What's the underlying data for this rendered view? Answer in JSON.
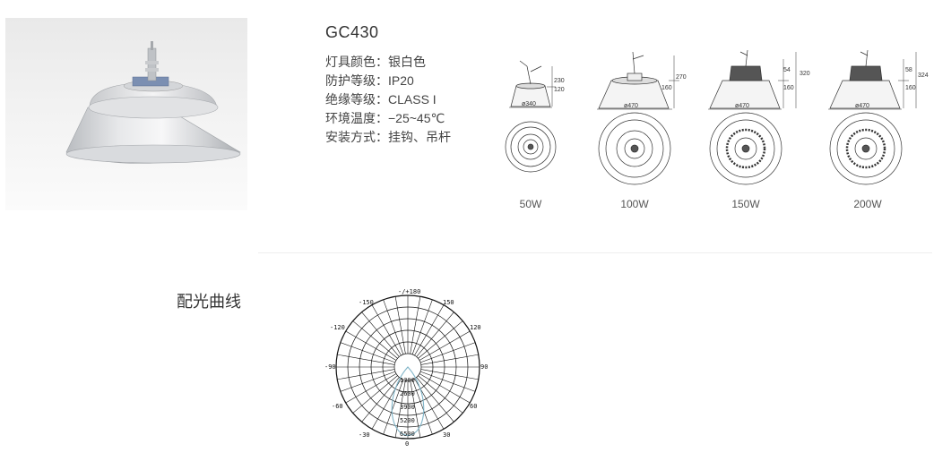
{
  "product": {
    "model": "GC430",
    "specs": [
      {
        "label": "灯具颜色：",
        "value": "银白色"
      },
      {
        "label": "防护等级：",
        "value": "IP20"
      },
      {
        "label": "绝缘等级：",
        "value": "CLASS I"
      },
      {
        "label": "环境温度：",
        "value": "−25~45℃"
      },
      {
        "label": "安装方式：",
        "value": "挂钩、吊杆"
      }
    ]
  },
  "variants": [
    {
      "wattage": "50W",
      "diameter": "ø340",
      "heights": [
        "230",
        "120"
      ]
    },
    {
      "wattage": "100W",
      "diameter": "ø470",
      "heights": [
        "270",
        "160"
      ]
    },
    {
      "wattage": "150W",
      "diameter": "ø470",
      "heights": [
        "54",
        "320",
        "160"
      ]
    },
    {
      "wattage": "200W",
      "diameter": "ø470",
      "heights": [
        "58",
        "324",
        "160"
      ]
    }
  ],
  "light_curve": {
    "section_title": "配光曲线",
    "angle_labels": {
      "top": "-/+180",
      "l150": "-150",
      "r150": "150",
      "l120": "-120",
      "r120": "120",
      "l90": "-90",
      "r90": "90",
      "l60": "-60",
      "r60": "60",
      "l30": "-30",
      "r30": "30",
      "bottom": "0"
    },
    "radial_labels": [
      "1300",
      "2600",
      "3900",
      "5200",
      "6500"
    ],
    "curve_color": "#7fb4c8"
  }
}
